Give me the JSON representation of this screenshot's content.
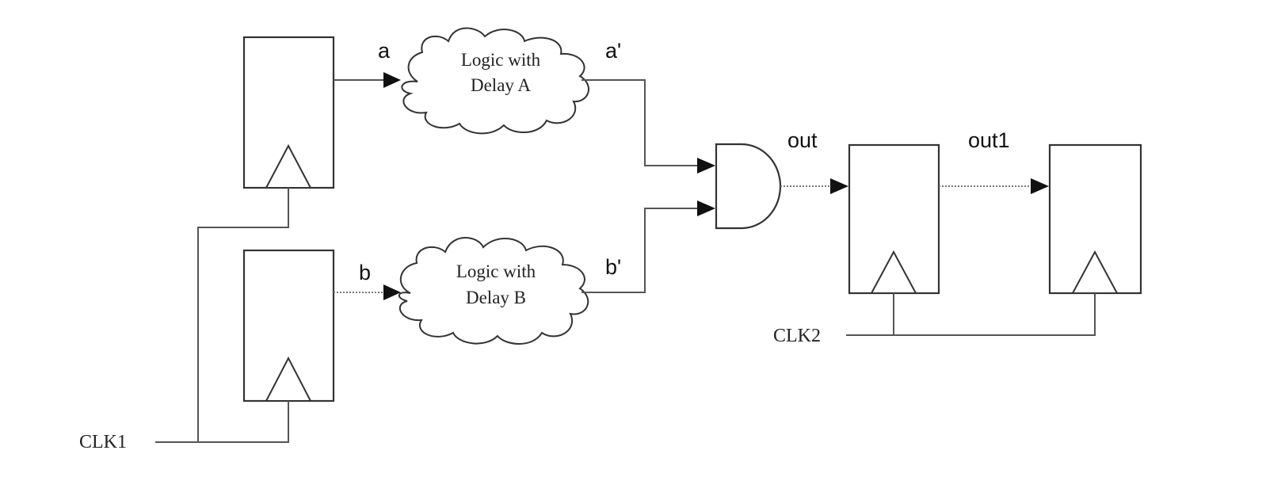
{
  "signals": {
    "a": "a",
    "a_prime": "a'",
    "b": "b",
    "b_prime": "b'",
    "out": "out",
    "out1": "out1"
  },
  "logic_blocks": {
    "delay_a": {
      "line1": "Logic with",
      "line2": "Delay A"
    },
    "delay_b": {
      "line1": "Logic with",
      "line2": "Delay B"
    }
  },
  "clocks": {
    "clk1": "CLK1",
    "clk2": "CLK2"
  },
  "gate": {
    "type": "AND"
  },
  "icons": [
    "flip-flop",
    "clock-edge-triangle",
    "cloud",
    "and-gate",
    "arrowhead"
  ]
}
